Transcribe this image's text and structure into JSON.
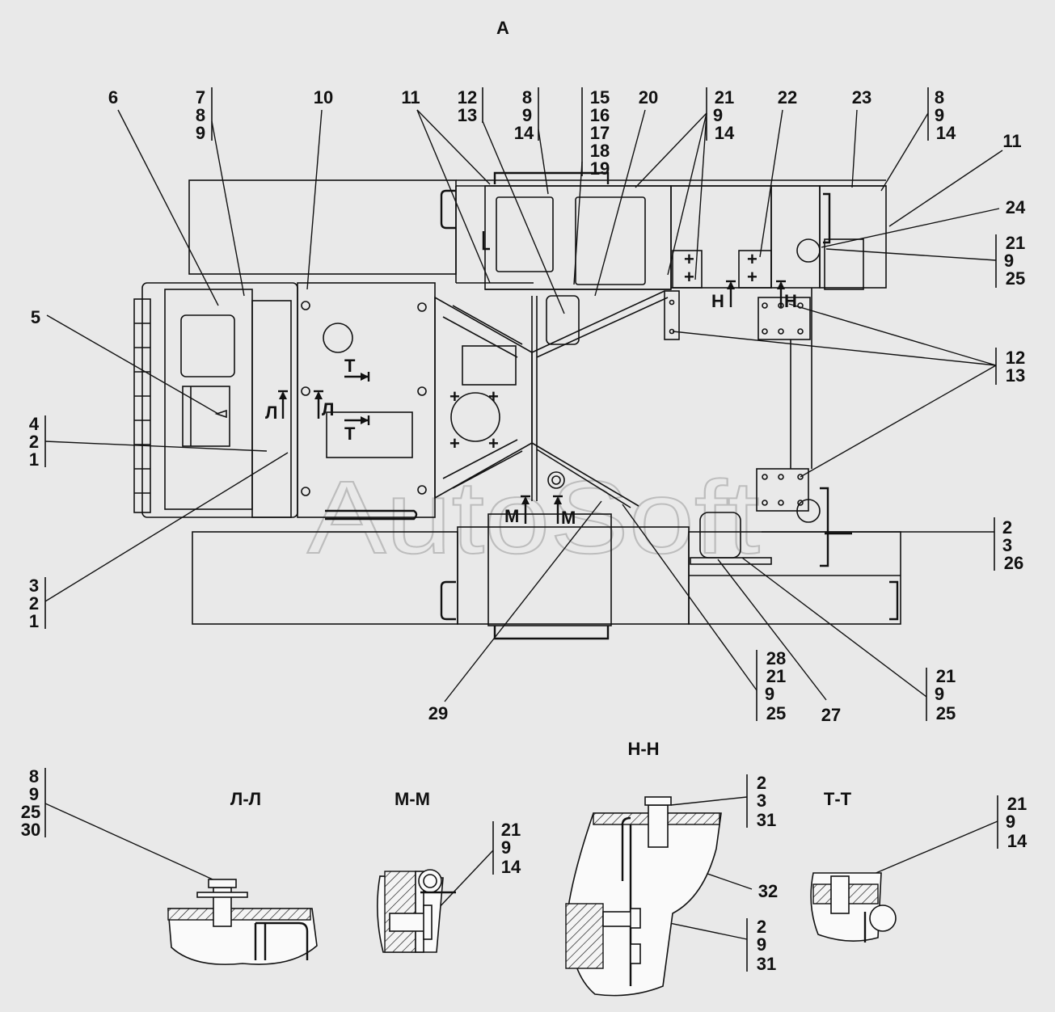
{
  "view_title": "А",
  "watermark": "AutoSoft",
  "section_titles": {
    "LL": "Л-Л",
    "MM": "М-М",
    "HH": "Н-Н",
    "TT": "Т-Т"
  },
  "section_marks": {
    "T": "Т",
    "L": "Л",
    "M": "М",
    "H": "Н"
  },
  "callouts": {
    "c6": "6",
    "c789": [
      "7",
      "8",
      "9"
    ],
    "c10": "10",
    "c11a": "11",
    "c1213a": [
      "12",
      "13"
    ],
    "c8914a": [
      "8",
      "9",
      "14"
    ],
    "c15_19": [
      "15",
      "16",
      "17",
      "18",
      "19"
    ],
    "c20": "20",
    "c21914a": [
      "21",
      "9",
      "14"
    ],
    "c22": "22",
    "c23": "23",
    "c8914b": [
      "8",
      "9",
      "14"
    ],
    "c11b": "11",
    "c24": "24",
    "c21925a": [
      "21",
      "9",
      "25"
    ],
    "c1213b": [
      "12",
      "13"
    ],
    "c5": "5",
    "c421": [
      "4",
      "2",
      "1"
    ],
    "c321": [
      "3",
      "2",
      "1"
    ],
    "c2326": [
      "2",
      "3",
      "26"
    ],
    "c2821925": [
      "28",
      "21",
      "9",
      "25"
    ],
    "c29": "29",
    "c27": "27",
    "c21925b": [
      "21",
      "9",
      "25"
    ],
    "c892530": [
      "8",
      "9",
      "25",
      "30"
    ],
    "c21914b": [
      "21",
      "9",
      "14"
    ],
    "c2331": [
      "2",
      "3",
      "31"
    ],
    "c32": "32",
    "c2931": [
      "2",
      "9",
      "31"
    ],
    "c21914c": [
      "21",
      "9",
      "14"
    ]
  }
}
